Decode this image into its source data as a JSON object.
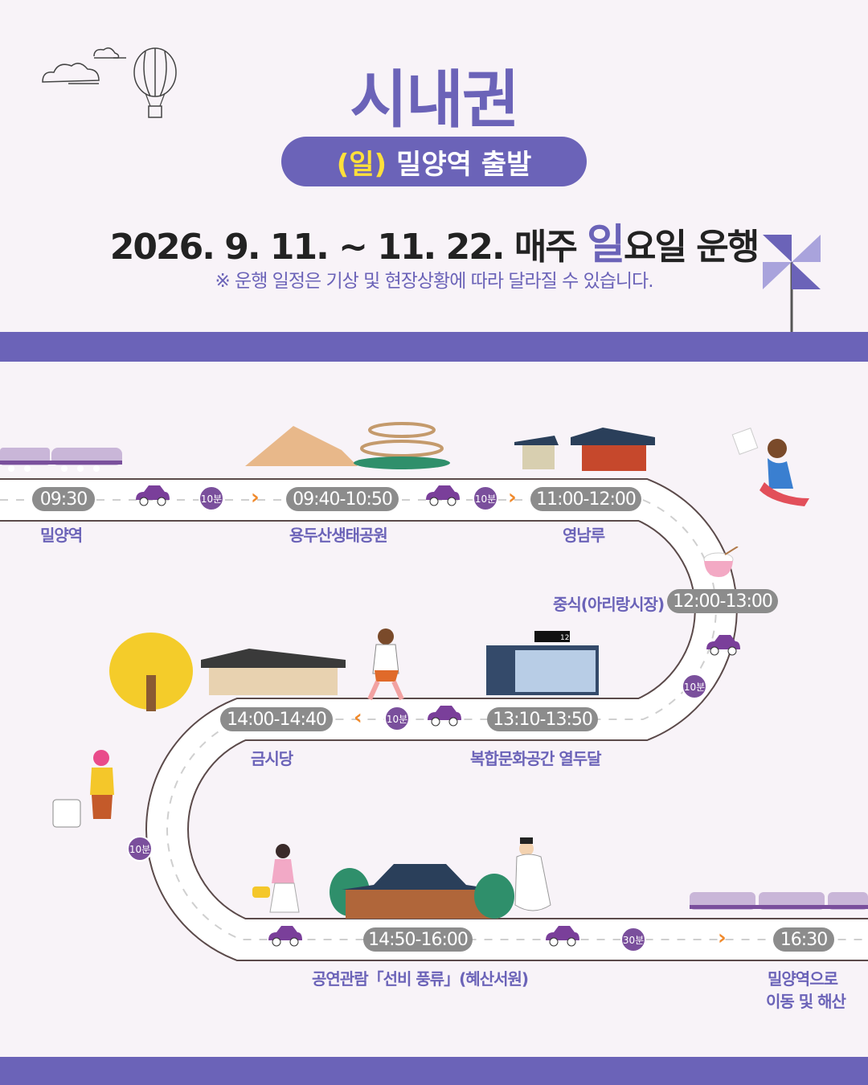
{
  "header": {
    "title": "시내권",
    "badge_day": "(일)",
    "badge_text": "밀양역 출발",
    "dates_prefix": "2026. 9. 11. ~ 11. 22. 매주",
    "dates_day": "일",
    "dates_suffix": "요일 운행",
    "note": "※ 운행 일정은 기상 및 현장상황에 따라 달라질 수 있습니다."
  },
  "route": {
    "stops": [
      {
        "time": "09:30",
        "label": "밀양역"
      },
      {
        "time": "09:40-10:50",
        "label": "용두산생태공원"
      },
      {
        "time": "11:00-12:00",
        "label": "영남루"
      },
      {
        "time": "12:00-13:00",
        "label": "중식(아리랑시장)"
      },
      {
        "time": "13:10-13:50",
        "label": "복합문화공간 열두달"
      },
      {
        "time": "14:00-14:40",
        "label": "금시당"
      },
      {
        "time": "14:50-16:00",
        "label": "공연관람「선비 풍류」(혜산서원)"
      },
      {
        "time": "16:30",
        "label_1": "밀양역으로",
        "label_2": "이동 및 해산"
      }
    ],
    "durations": [
      "10분",
      "10분",
      "10분",
      "10분",
      "10분",
      "30분"
    ],
    "building_sign": "12"
  },
  "colors": {
    "accent": "#6b63b8",
    "highlight": "#ffe03a",
    "time_pill": "#8c8c8c",
    "arrow": "#f08a2c"
  }
}
